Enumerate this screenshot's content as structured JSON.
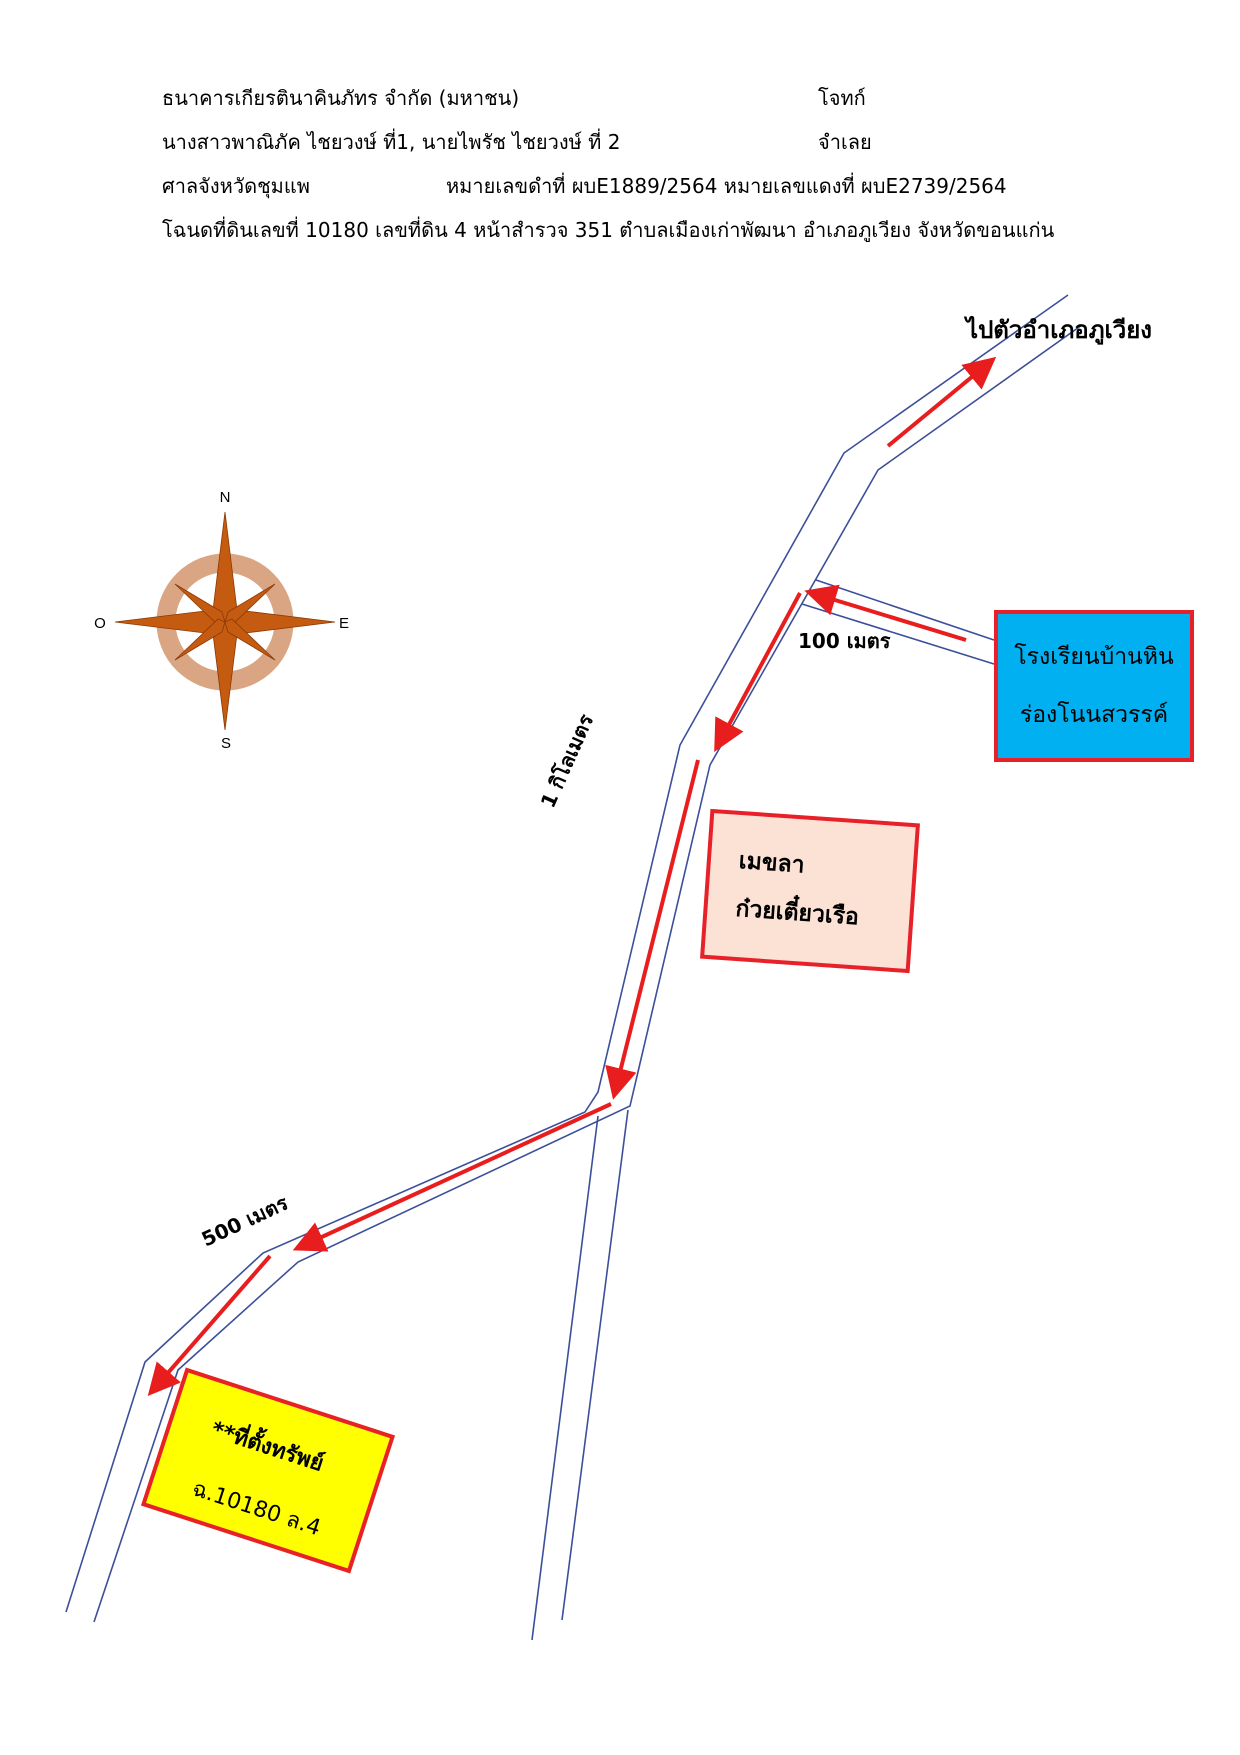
{
  "header": {
    "plaintiff_name": "ธนาคารเกียรตินาคินภัทร จำกัด (มหาชน)",
    "plaintiff_role": "โจทก์",
    "defendant_names": "นางสาวพาณิภัค ไชยวงษ์ ที่1, นายไพรัช  ไชยวงษ์ ที่ 2",
    "defendant_role": "จำเลย",
    "court": "ศาลจังหวัดชุมแพ",
    "case_numbers": "หมายเลขดำที่ ผบE1889/2564  หมายเลขแดงที่ ผบE2739/2564",
    "deed_line": "โฉนดที่ดินเลขที่ 10180 เลขที่ดิน 4 หน้าสำรวจ 351 ตำบลเมืองเก่าพัฒนา อำเภอภูเวียง จังหวัดขอนแก่น"
  },
  "map": {
    "destination_label": "ไปตัวอำเภอภูเวียง",
    "school_line1": "โรงเรียนบ้านหิน",
    "school_line2": "ร่องโนนสวรรค์",
    "distance_100": "100 เมตร",
    "distance_1km": "1 กิโลเมตร",
    "restaurant_line1": "เมขลา",
    "restaurant_line2": "ก๋วยเตี๋ยวเรือ",
    "distance_500": "500 เมตร",
    "property_line1": "**ที่ตั้งทรัพย์",
    "property_line2": "ฉ.10180 ล.4"
  },
  "compass": {
    "north": "N",
    "south": "S",
    "east": "E",
    "west": "O"
  },
  "colors": {
    "road": "#3c4f9a",
    "arrow": "#e81e1e",
    "box_border": "#e8202a",
    "school_fill": "#00b0f0",
    "restaurant_fill": "#fbe2d5",
    "property_fill": "#ffff00",
    "compass_ring": "#d9a583",
    "compass_star": "#c55a11"
  }
}
